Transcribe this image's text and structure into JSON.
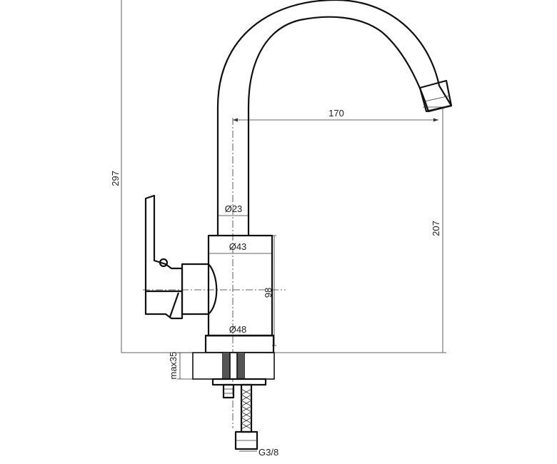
{
  "dimensions": {
    "overall_height": "297",
    "spout_reach": "170",
    "spout_height": "207",
    "spout_diameter": "Ø23",
    "body_diameter_top": "Ø43",
    "body_height": "98",
    "base_diameter": "Ø48",
    "max_mount_thickness": "max35",
    "connection_thread": "G3/8"
  }
}
